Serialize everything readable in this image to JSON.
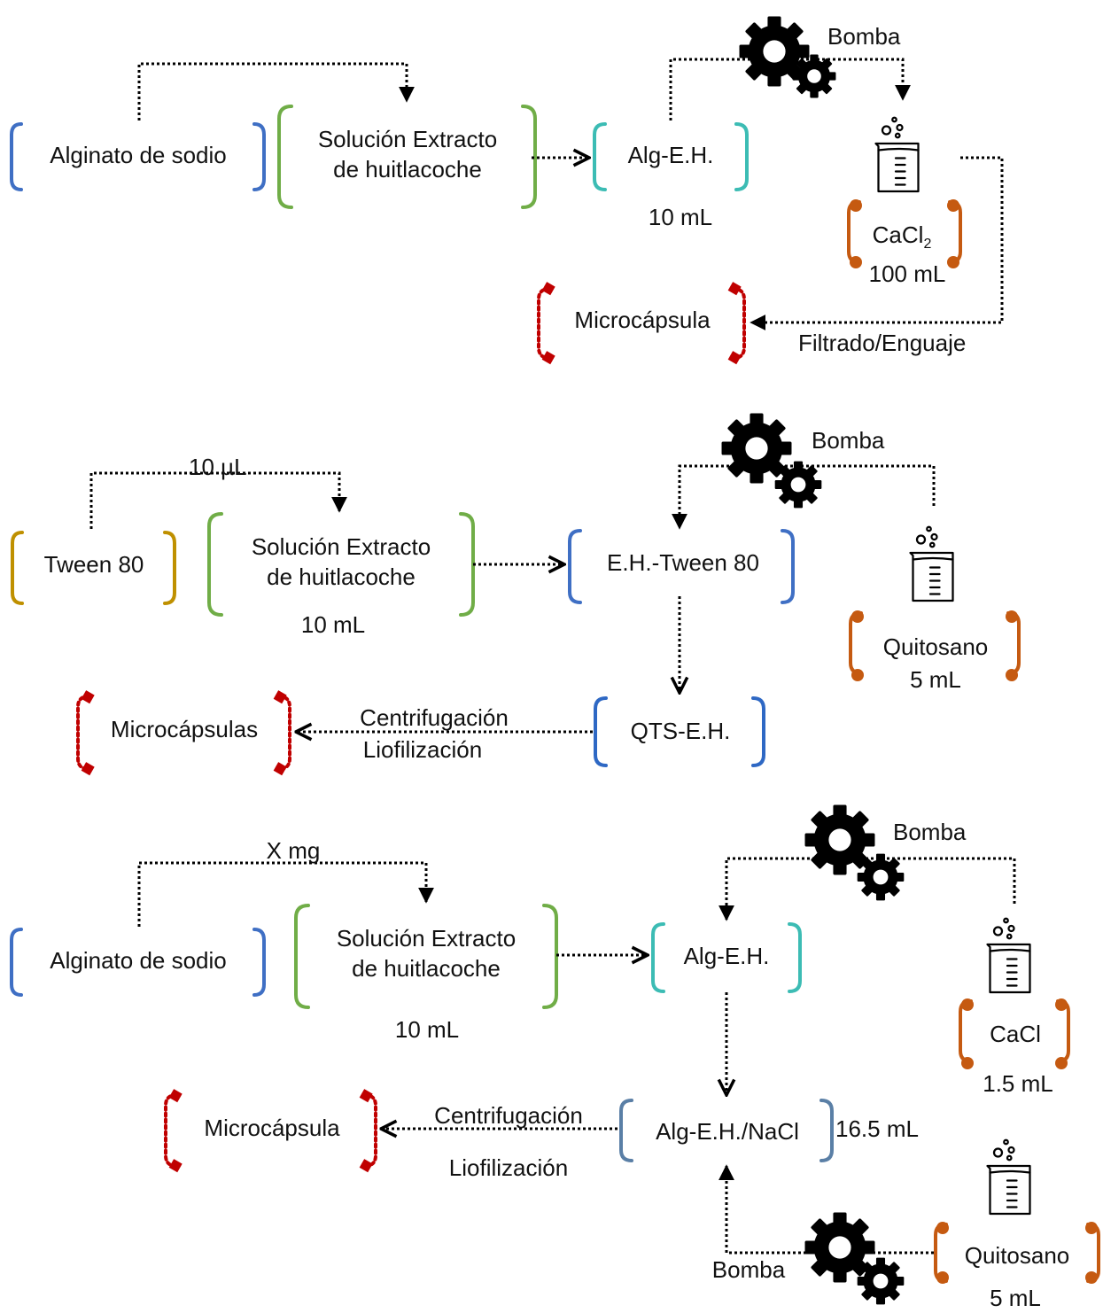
{
  "colors": {
    "blue": "#3F6FC4",
    "green": "#70AD47",
    "teal": "#3CBCB4",
    "orange": "#C55A11",
    "red": "#C00000",
    "gold": "#BF9000",
    "slate": "#5A7FA6",
    "black": "#000000"
  },
  "icons": [
    "gears-icon",
    "beaker-icon"
  ],
  "section1": {
    "alginato": "Alginato de sodio",
    "solucion_l1": "Solución Extracto",
    "solucion_l2": "de huitlacoche",
    "alg_eh": "Alg-E.H.",
    "alg_eh_vol": "10 mL",
    "bomba": "Bomba",
    "cacl_main": "CaCl",
    "cacl_sub": "2",
    "cacl_vol": "100 mL",
    "microcapsula": "Microcápsula",
    "filtrado": "Filtrado/Enguaje"
  },
  "section2": {
    "tween": "Tween 80",
    "tween_amount": "10 µL",
    "solucion_l1": "Solución Extracto",
    "solucion_l2": "de huitlacoche",
    "solucion_vol": "10 mL",
    "eh_tween": "E.H.-Tween 80",
    "bomba": "Bomba",
    "quitosano": "Quitosano",
    "quitosano_vol": "5 mL",
    "qts": "QTS-E.H.",
    "centrifugacion": "Centrifugación",
    "liofilizacion": "Liofilización",
    "microcapsulas": "Microcápsulas"
  },
  "section3": {
    "alginato": "Alginato de sodio",
    "x_mg": "X mg",
    "solucion_l1": "Solución Extracto",
    "solucion_l2": "de huitlacoche",
    "solucion_vol": "10 mL",
    "alg_eh": "Alg-E.H.",
    "bomba_top": "Bomba",
    "cacl": "CaCl",
    "cacl_vol": "1.5 mL",
    "alg_eh_nacl": "Alg-E.H./NaCl",
    "alg_eh_nacl_vol": "16.5 mL",
    "centrifugacion": "Centrifugación",
    "liofilizacion": "Liofilización",
    "microcapsula": "Microcápsula",
    "bomba_bottom": "Bomba",
    "quitosano": "Quitosano",
    "quitosano_vol": "5 mL"
  }
}
